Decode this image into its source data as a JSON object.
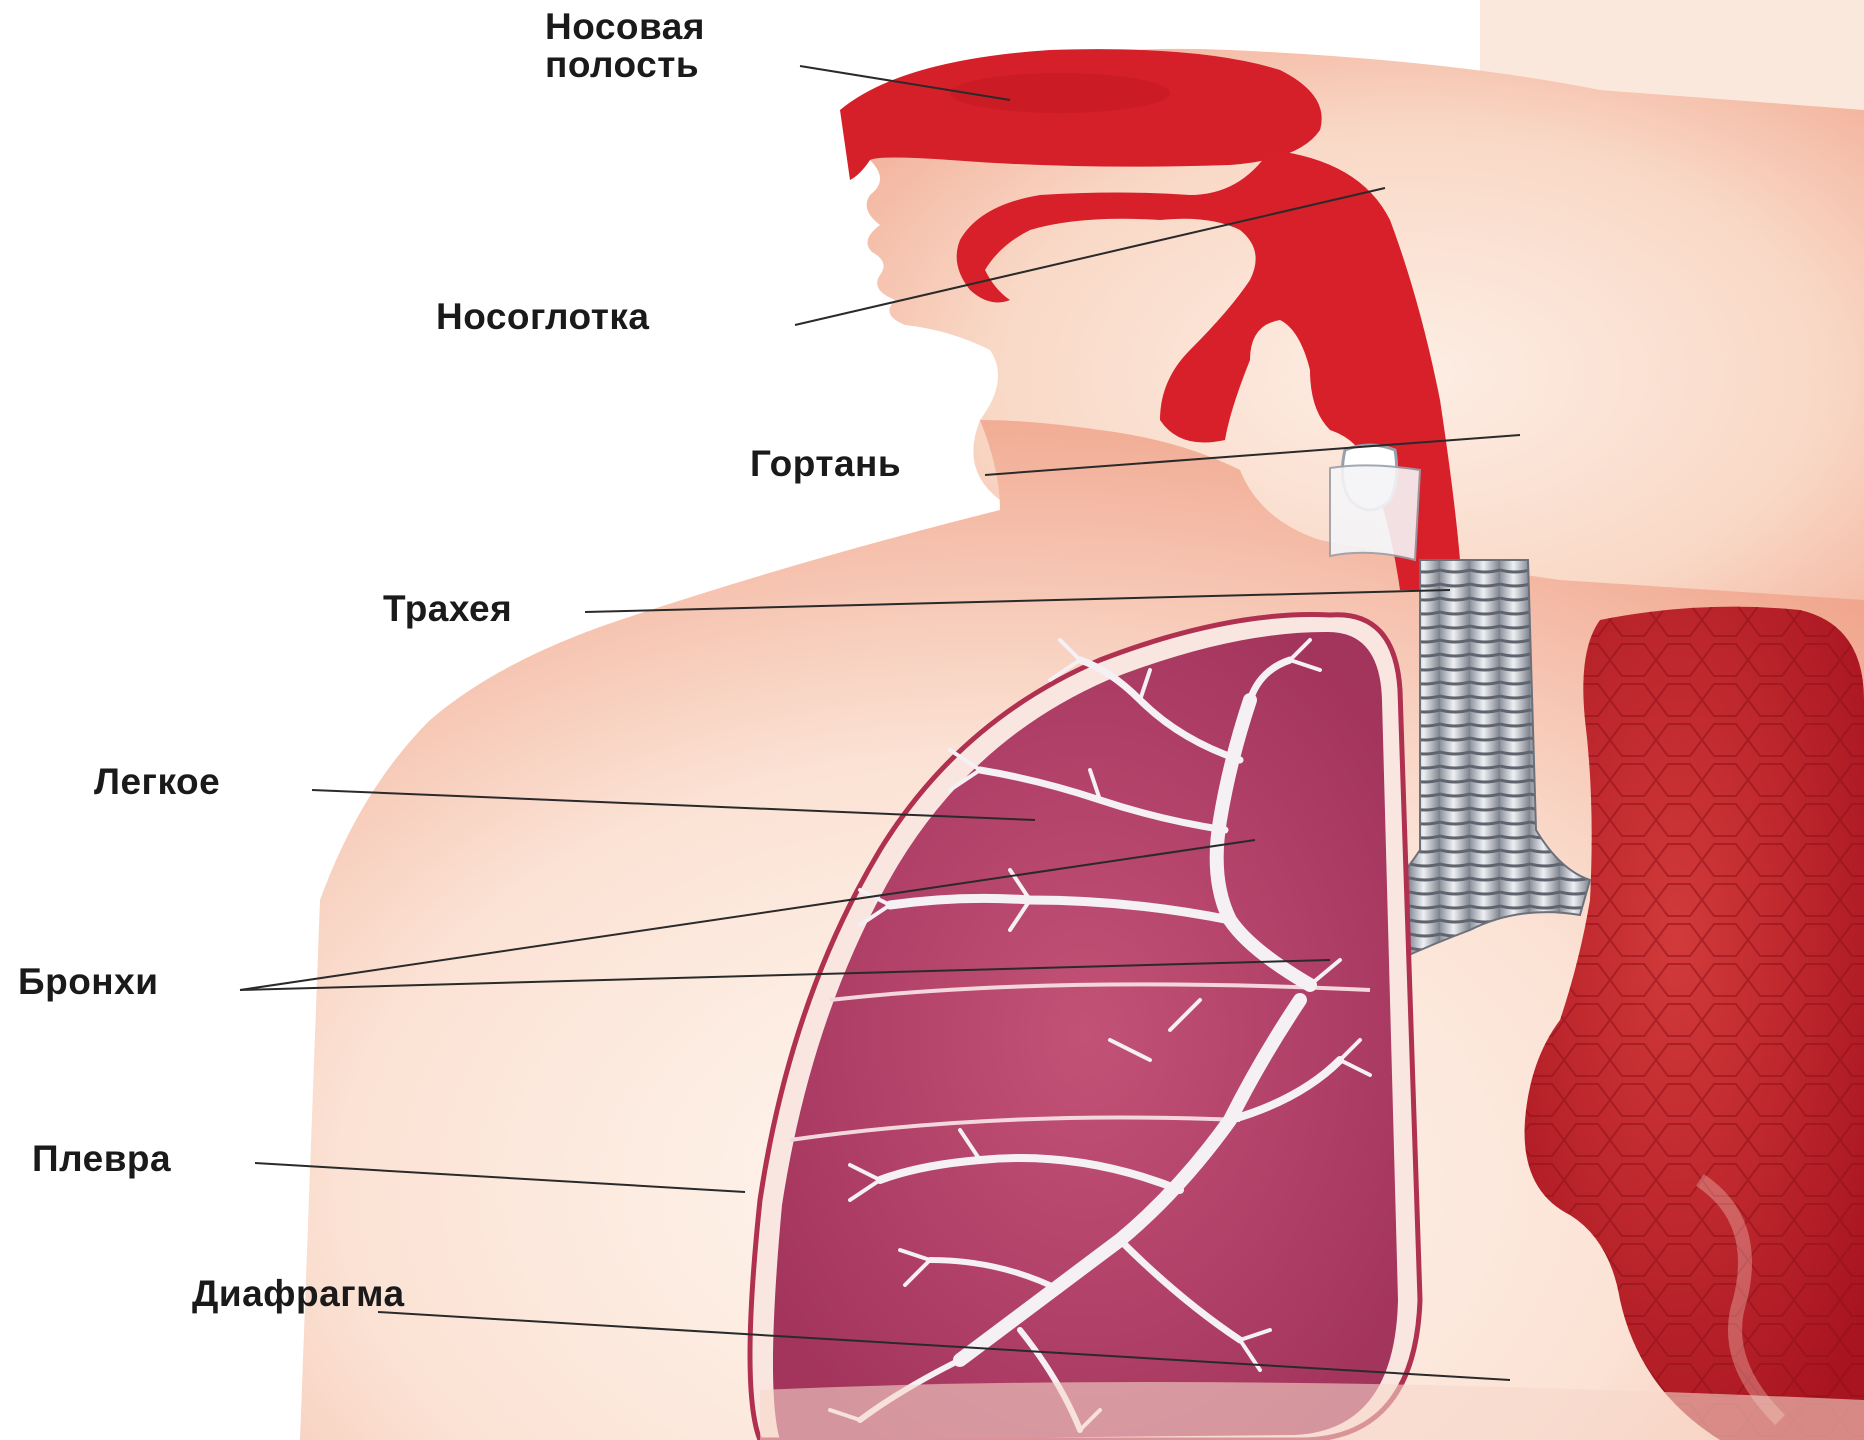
{
  "labels": {
    "nasal_cavity_line1": "Носовая",
    "nasal_cavity_line2": "полость",
    "nasopharynx": "Носоглотка",
    "larynx": "Гортань",
    "trachea": "Трахея",
    "lung": "Легкое",
    "bronchi": "Бронхи",
    "pleura": "Плевра",
    "diaphragm": "Диафрагма"
  },
  "colors": {
    "skin_background": "#f6cdb8",
    "airway_red": "#d9202a",
    "lung_pink": "#b8406a",
    "right_lung_red": "#c81e28",
    "bronchi_white": "#f4f0f4",
    "trachea_gray": "#b8bcc4"
  }
}
